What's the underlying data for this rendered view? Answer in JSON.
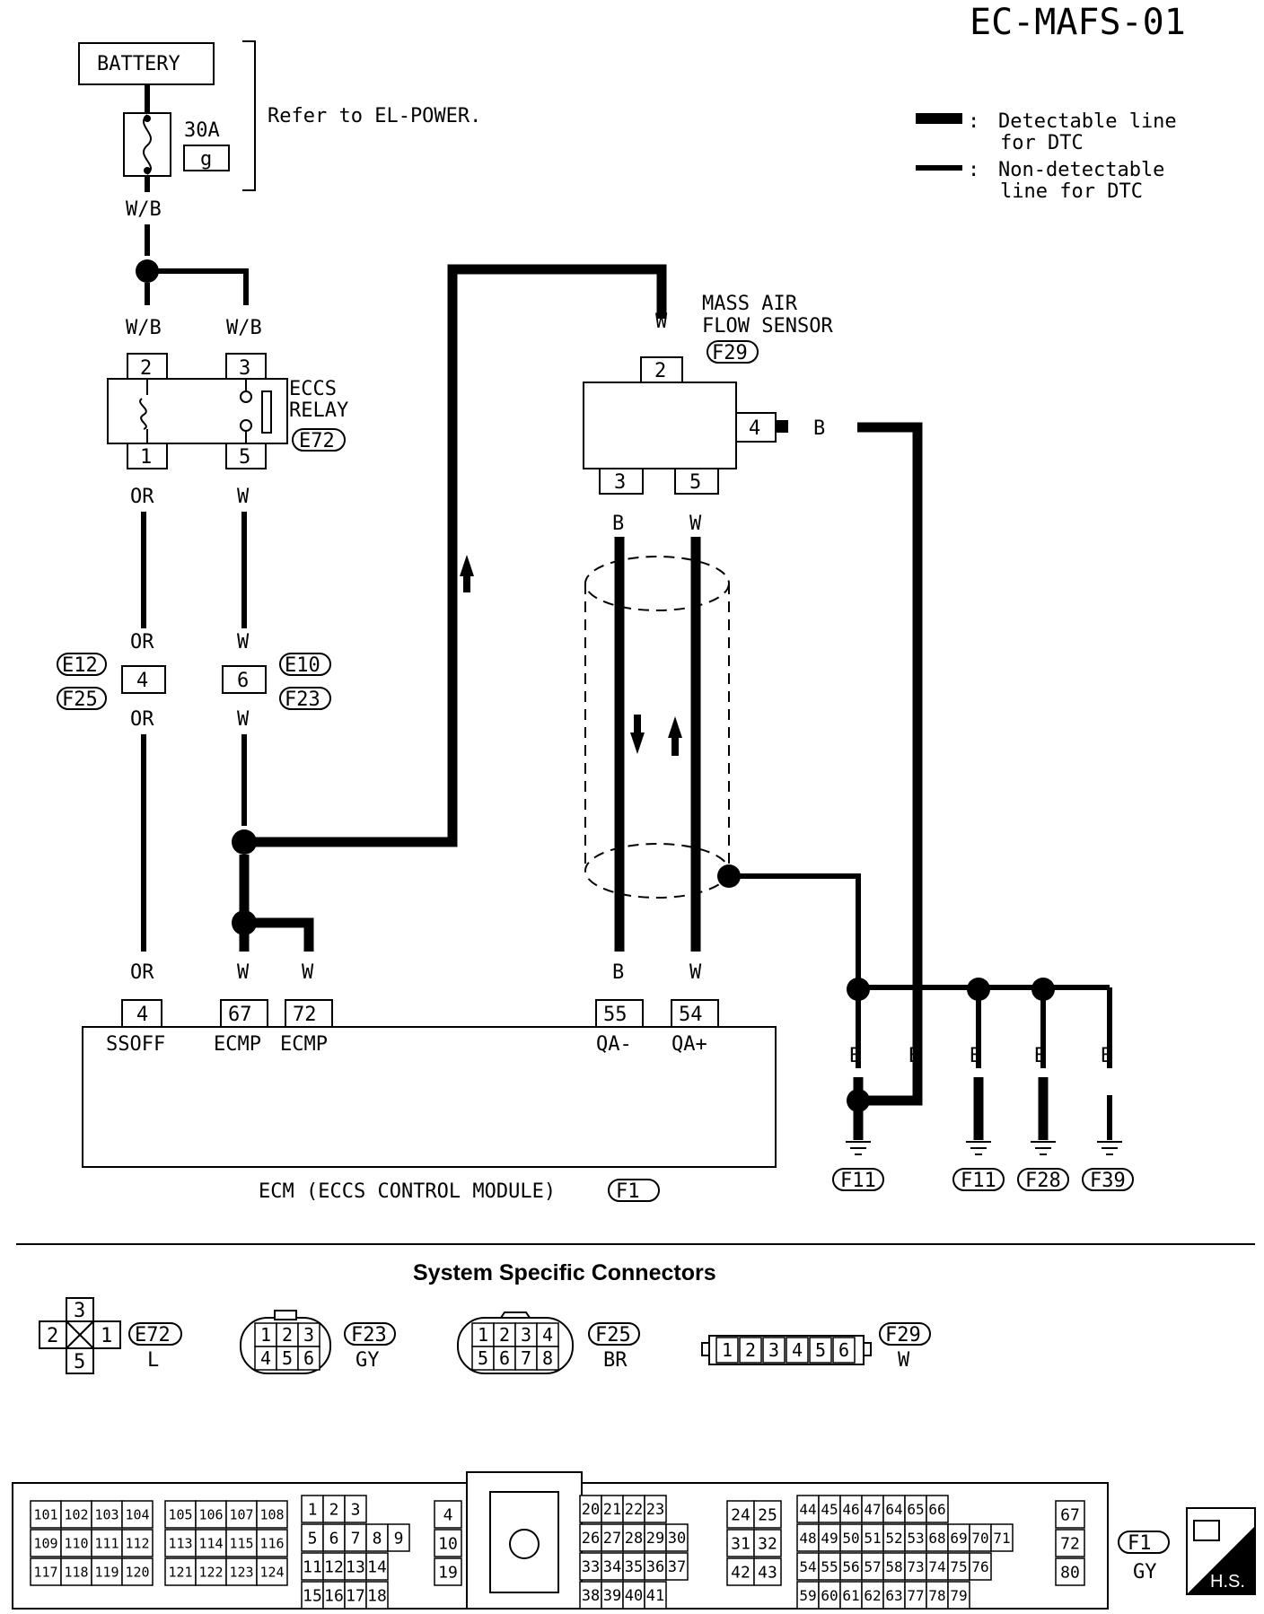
{
  "page_id": "EC-MAFS-01",
  "legend": {
    "detectable": "Detectable line",
    "detectable_2": "for DTC",
    "non_detectable": "Non-detectable",
    "non_detectable_2": "line for DTC",
    "colon": ":"
  },
  "battery": {
    "label": "BATTERY",
    "fuse": "30A",
    "fuse_id": "g",
    "note": "Refer to EL-POWER."
  },
  "wires": {
    "wb": "W/B",
    "w": "W",
    "or": "OR",
    "b": "B"
  },
  "relay": {
    "name_1": "ECCS",
    "name_2": "RELAY",
    "connector": "E72",
    "pins": [
      "2",
      "3",
      "1",
      "5"
    ]
  },
  "maf": {
    "name_1": "MASS AIR",
    "name_2": "FLOW SENSOR",
    "connector": "F29",
    "pins": [
      "2",
      "4",
      "3",
      "5"
    ]
  },
  "joint": {
    "left_pin": "4",
    "right_pin": "6",
    "left_top": "E12",
    "left_bottom": "F25",
    "right_top": "E10",
    "right_bottom": "F23"
  },
  "ecm": {
    "title": "ECM (ECCS CONTROL MODULE)",
    "connector": "F1",
    "pins": [
      {
        "num": "4",
        "name": "SSOFF"
      },
      {
        "num": "67",
        "name": "ECMP"
      },
      {
        "num": "72",
        "name": "ECMP"
      },
      {
        "num": "55",
        "name": "QA-"
      },
      {
        "num": "54",
        "name": "QA+"
      }
    ]
  },
  "grounds": [
    "F11",
    "F11",
    "F28",
    "F39"
  ],
  "connectors_title": "System Specific Connectors",
  "connectors": [
    {
      "id": "E72",
      "color": "L",
      "pins": [
        "3",
        "2",
        "1",
        "5"
      ]
    },
    {
      "id": "F23",
      "color": "GY",
      "pins": [
        "1",
        "2",
        "3",
        "4",
        "5",
        "6"
      ]
    },
    {
      "id": "F25",
      "color": "BR",
      "pins": [
        "1",
        "2",
        "3",
        "4",
        "5",
        "6",
        "7",
        "8"
      ]
    },
    {
      "id": "F29",
      "color": "W",
      "pins": [
        "1",
        "2",
        "3",
        "4",
        "5",
        "6"
      ]
    }
  ],
  "ecm_connector": {
    "id": "F1",
    "color": "GY",
    "badge": "H.S.",
    "rows_a": [
      [
        "101",
        "102",
        "103",
        "104"
      ],
      [
        "109",
        "110",
        "111",
        "112"
      ],
      [
        "117",
        "118",
        "119",
        "120"
      ]
    ],
    "rows_b": [
      [
        "105",
        "106",
        "107",
        "108"
      ],
      [
        "113",
        "114",
        "115",
        "116"
      ],
      [
        "121",
        "122",
        "123",
        "124"
      ]
    ],
    "rows_c": [
      [
        "1",
        "2",
        "3"
      ],
      [
        "5",
        "6",
        "7",
        "8",
        "9"
      ],
      [
        "11",
        "12",
        "13",
        "14"
      ],
      [
        "15",
        "16",
        "17",
        "18"
      ]
    ],
    "col_d": [
      "4",
      "10",
      "19"
    ],
    "rows_e": [
      [
        "20",
        "21",
        "22",
        "23"
      ],
      [
        "26",
        "27",
        "28",
        "29",
        "30"
      ],
      [
        "33",
        "34",
        "35",
        "36",
        "37"
      ],
      [
        "38",
        "39",
        "40",
        "41"
      ]
    ],
    "rows_f": [
      [
        "24",
        "25"
      ],
      [
        "31",
        "32"
      ],
      [
        "42",
        "43"
      ]
    ],
    "rows_g": [
      [
        "44",
        "45",
        "46",
        "47",
        "64",
        "65",
        "66"
      ],
      [
        "48",
        "49",
        "50",
        "51",
        "52",
        "53",
        "68",
        "69",
        "70",
        "71"
      ],
      [
        "54",
        "55",
        "56",
        "57",
        "58",
        "73",
        "74",
        "75",
        "76"
      ],
      [
        "59",
        "60",
        "61",
        "62",
        "63",
        "77",
        "78",
        "79"
      ]
    ],
    "col_h": [
      "67",
      "72",
      "80"
    ]
  }
}
